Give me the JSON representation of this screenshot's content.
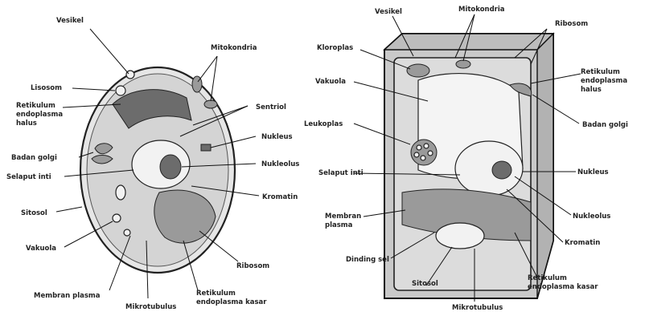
{
  "animal_cell": {
    "labels": {
      "vesikel": "Vesikel",
      "mitokondria": "Mitokondria",
      "lisosom": "Lisosom",
      "retikulum_halus_1": "Retikulum",
      "retikulum_halus_2": "endoplasma",
      "retikulum_halus_3": "halus",
      "sentriol": "Sentriol",
      "nukleus": "Nukleus",
      "badan_golgi": "Badan golgi",
      "nukleolus": "Nukleolus",
      "selaput_inti": "Selaput inti",
      "kromatin": "Kromatin",
      "sitosol": "Sitosol",
      "vakuola": "Vakuola",
      "ribosom": "Ribosom",
      "membran_plasma": "Membran plasma",
      "retikulum_kasar_1": "Retikulum",
      "retikulum_kasar_2": "endoplasma kasar",
      "mikrotubulus": "Mikrotubulus"
    }
  },
  "plant_cell": {
    "labels": {
      "vesikel": "Vesikel",
      "mitokondria": "Mitokondria",
      "ribosom": "Ribosom",
      "kloroplas": "Kloroplas",
      "retikulum_halus_1": "Retikulum",
      "retikulum_halus_2": "endoplasma",
      "retikulum_halus_3": "halus",
      "vakuola": "Vakuola",
      "badan_golgi": "Badan golgi",
      "leukoplas": "Leukoplas",
      "selaput_inti": "Selaput inti",
      "nukleus": "Nukleus",
      "membran_plasma_1": "Membran",
      "membran_plasma_2": "plasma",
      "nukleolus": "Nukleolus",
      "kromatin": "Kromatin",
      "dinding_sel": "Dinding sel",
      "sitosol": "Sitosol",
      "retikulum_kasar_1": "Retikulum",
      "retikulum_kasar_2": "endoplasma kasar",
      "mikrotubulus": "Mikrotubulus"
    }
  }
}
